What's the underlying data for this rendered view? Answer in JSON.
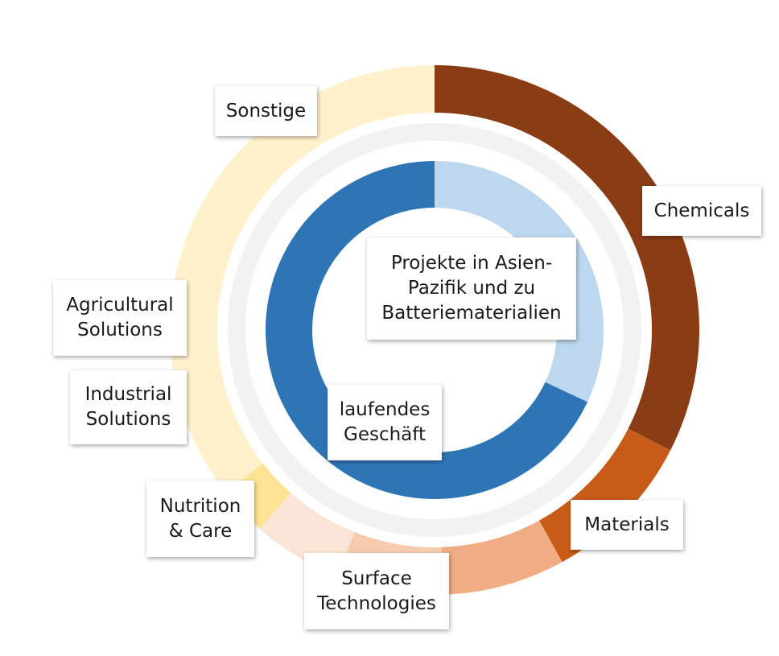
{
  "chart_data": [
    {
      "type": "pie",
      "variant": "donut-outer",
      "title": "",
      "series": [
        {
          "name": "Chemicals",
          "value": 32.5,
          "color": "#8a3d14"
        },
        {
          "name": "Materials",
          "value": 9.5,
          "color": "#c75b17"
        },
        {
          "name": "Surface Technologies",
          "value": 7.5,
          "color": "#f0ad83"
        },
        {
          "name": "Nutrition & Care",
          "value": 6.5,
          "color": "#f8cbae"
        },
        {
          "name": "Industrial Solutions",
          "value": 5.5,
          "color": "#fbe5d6"
        },
        {
          "name": "Agricultural Solutions",
          "value": 3.0,
          "color": "#fde393"
        },
        {
          "name": "Sonstige",
          "value": 35.5,
          "color": "#fff1cc"
        }
      ]
    },
    {
      "type": "pie",
      "variant": "donut-inner",
      "title": "",
      "series": [
        {
          "name": "Projekte in Asien-Pazifik und zu Batteriematerialien",
          "value": 32,
          "color": "#bdd7ee"
        },
        {
          "name": "laufendes Geschäft",
          "value": 68,
          "color": "#2e75b6"
        }
      ]
    }
  ],
  "labels": {
    "chemicals": [
      "Chemicals"
    ],
    "materials": [
      "Materials"
    ],
    "surface": [
      "Surface",
      "Technologies"
    ],
    "nutrition": [
      "Nutrition",
      "& Care"
    ],
    "industrial": [
      "Industrial",
      "Solutions"
    ],
    "agricultural": [
      "Agricultural",
      "Solutions"
    ],
    "sonstige": [
      "Sonstige"
    ],
    "projekte": [
      "Projekte in Asien-",
      "Pazifik und zu",
      "Batteriematerialien"
    ],
    "laufendes": [
      "laufendes",
      "Geschäft"
    ]
  },
  "colors": {
    "separator_ring": "#f2f2f2"
  }
}
